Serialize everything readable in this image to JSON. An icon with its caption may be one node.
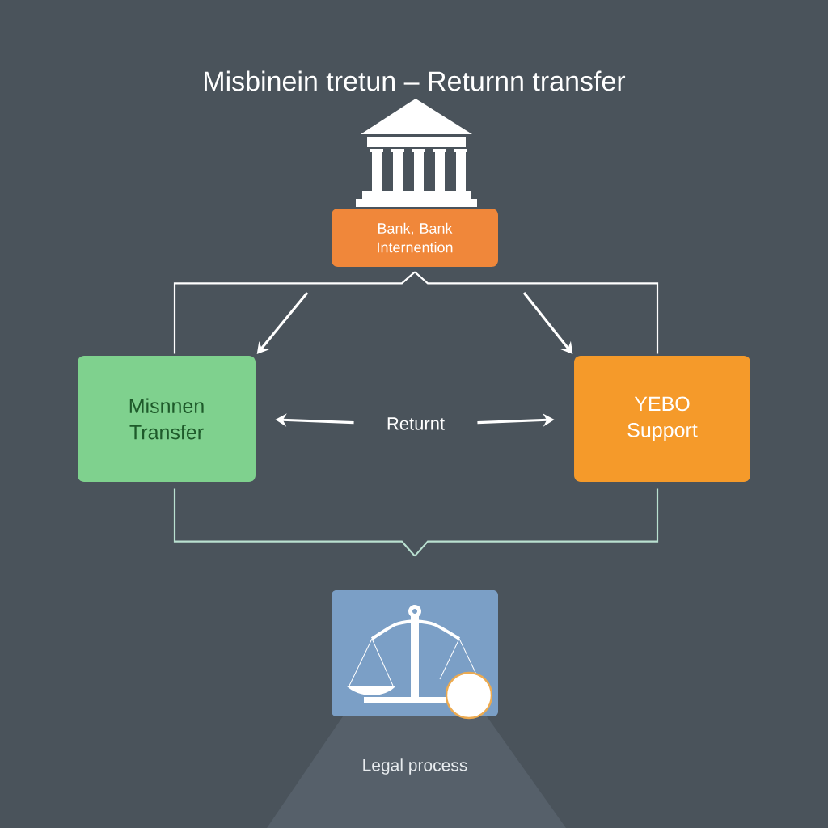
{
  "diagram": {
    "title": "Misbinein tretun – Returnn transfer",
    "nodes": [
      {
        "text": [
          "Bank, Bank Internention"
        ]
      },
      {
        "text": [
          "Misnnen Transfer"
        ]
      },
      {
        "text": [
          "YEBO Support"
        ]
      },
      {
        "text": [
          "Returnt"
        ]
      },
      {
        "text": [
          "Legal process"
        ]
      }
    ],
    "edges": [
      {
        "from": 0,
        "to": 1,
        "arrow": "none"
      },
      {
        "from": 0,
        "to": 2,
        "arrow": "none"
      },
      {
        "from": null,
        "to": 1,
        "arrow": "to"
      },
      {
        "from": null,
        "to": 2,
        "arrow": "to"
      },
      {
        "from": 3,
        "to": 1,
        "arrow": "to"
      },
      {
        "from": 3,
        "to": 2,
        "arrow": "to"
      },
      {
        "from": 1,
        "to": 4,
        "arrow": "none",
        "color": "#b9e0d0"
      },
      {
        "from": 2,
        "to": 4,
        "arrow": "none",
        "color": "#b9e0d0"
      }
    ]
  }
}
